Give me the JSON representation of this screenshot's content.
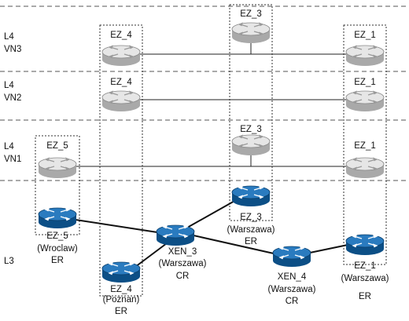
{
  "colors": {
    "physical_router_top": "#2a7bbf",
    "physical_router_side": "#0c4f86",
    "virtual_router_top": "#e6e6e6",
    "virtual_router_side": "#a9a9a9"
  },
  "layers": [
    {
      "id": "l4_vn3",
      "line1": "L4",
      "line2": "VN3"
    },
    {
      "id": "l4_vn2",
      "line1": "L4",
      "line2": "VN2"
    },
    {
      "id": "l4_vn1",
      "line1": "L4",
      "line2": "VN1"
    },
    {
      "id": "l3",
      "line1": "L3",
      "line2": ""
    }
  ],
  "virtual_routers": {
    "vn3": [
      {
        "id": "vn3_ez4",
        "label": "EZ_4"
      },
      {
        "id": "vn3_ez3",
        "label": "EZ_3"
      },
      {
        "id": "vn3_ez1",
        "label": "EZ_1"
      }
    ],
    "vn2": [
      {
        "id": "vn2_ez4",
        "label": "EZ_4"
      },
      {
        "id": "vn2_ez1",
        "label": "EZ_1"
      }
    ],
    "vn1": [
      {
        "id": "vn1_ez5",
        "label": "EZ_5"
      },
      {
        "id": "vn1_ez3",
        "label": "EZ_3"
      },
      {
        "id": "vn1_ez1",
        "label": "EZ_1"
      }
    ]
  },
  "physical_routers": [
    {
      "id": "ez5",
      "name": "EZ_5",
      "city": "(Wroclaw)",
      "role": "ER"
    },
    {
      "id": "ez4",
      "name": "EZ_4",
      "city": "(Poznan)",
      "role": "ER"
    },
    {
      "id": "xen3",
      "name": "XEN_3",
      "city": "(Warszawa)",
      "role": "CR"
    },
    {
      "id": "ez3",
      "name": "EZ_3",
      "city": "(Warszawa)",
      "role": "ER"
    },
    {
      "id": "xen4",
      "name": "XEN_4",
      "city": "(Warszawa)",
      "role": "CR"
    },
    {
      "id": "ez1",
      "name": "EZ_1",
      "city": "(Warszawa)",
      "role": "ER"
    }
  ],
  "physical_links": [
    [
      "ez5",
      "xen3"
    ],
    [
      "ez4",
      "xen3"
    ],
    [
      "xen3",
      "ez3"
    ],
    [
      "xen3",
      "xen4"
    ],
    [
      "xen4",
      "ez1"
    ]
  ],
  "virtual_links": [
    [
      "vn3_ez4",
      "vn3_ez1"
    ],
    [
      "vn3_ez3",
      "vn3_ez3_bus"
    ],
    [
      "vn2_ez4",
      "vn2_ez1"
    ],
    [
      "vn1_ez5",
      "vn1_ez1"
    ],
    [
      "vn1_ez3",
      "vn1_ez3_bus"
    ]
  ]
}
